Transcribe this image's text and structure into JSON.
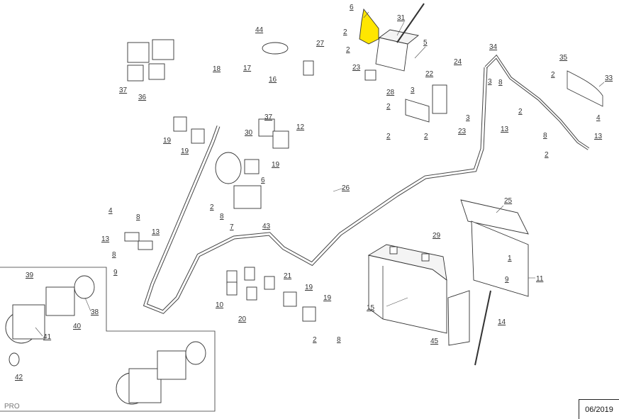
{
  "footer": {
    "date": "06/2019",
    "brand": "PRO"
  },
  "callouts": {
    "c1": "1",
    "c2": "2",
    "c3": "3",
    "c4": "4",
    "c5": "5",
    "c6": "6",
    "c7": "7",
    "c8": "8",
    "c9": "9",
    "c10": "10",
    "c11": "11",
    "c12": "12",
    "c13": "13",
    "c14": "14",
    "c15": "15",
    "c16": "16",
    "c17": "17",
    "c18": "18",
    "c19": "19",
    "c20": "20",
    "c21": "21",
    "c22": "22",
    "c23": "23",
    "c24": "24",
    "c25": "25",
    "c26": "26",
    "c27": "27",
    "c28": "28",
    "c29": "29",
    "c30": "30",
    "c31": "31",
    "c33": "33",
    "c34": "34",
    "c35": "35",
    "c36": "36",
    "c37": "37",
    "c38": "38",
    "c39": "39",
    "c40": "40",
    "c41": "41",
    "c42": "42",
    "c43": "43",
    "c44": "44",
    "c45": "45"
  },
  "highlight_color": "#ffe600"
}
